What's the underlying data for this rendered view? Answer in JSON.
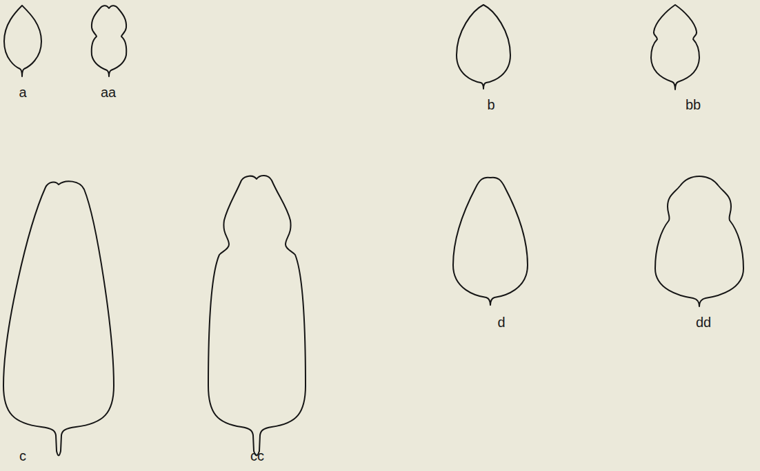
{
  "diagram": {
    "labels": [
      "a",
      "aa",
      "b",
      "bb",
      "c",
      "cc",
      "d",
      "dd"
    ]
  }
}
